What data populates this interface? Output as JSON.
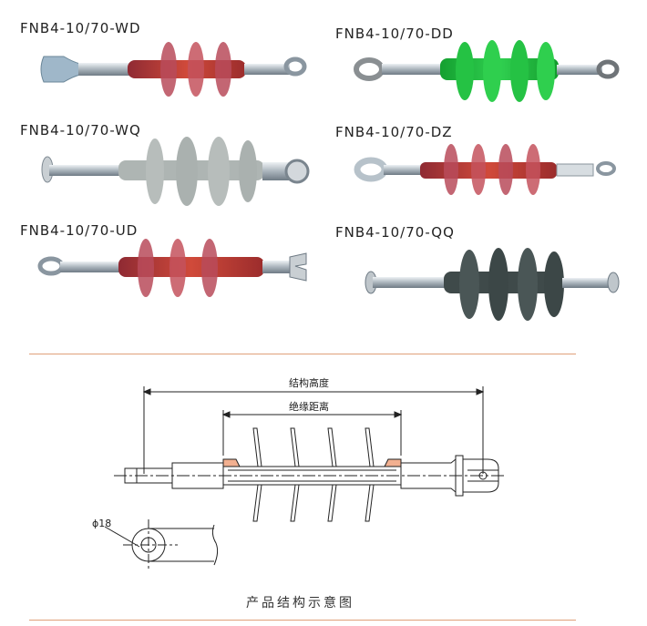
{
  "products": [
    {
      "model": "FNB4-10/70-WD",
      "shed_color": "#c0322b",
      "end_style": "socket-ball"
    },
    {
      "model": "FNB4-10/70-WQ",
      "shed_color": "#b4bab8",
      "end_style": "socket-clevis"
    },
    {
      "model": "FNB4-10/70-UD",
      "shed_color": "#c0322b",
      "end_style": "eye-clevis"
    },
    {
      "model": "FNB4-10/70-DD",
      "shed_color": "#1fbf3a",
      "end_style": "eye-eye"
    },
    {
      "model": "FNB4-10/70-DZ",
      "shed_color": "#c0322b",
      "end_style": "eye-eye"
    },
    {
      "model": "FNB4-10/70-QQ",
      "shed_color": "#3f4a4a",
      "end_style": "ball-ball"
    }
  ],
  "diagram": {
    "structure_height": "结构高度",
    "insulation_distance": "绝缘距离",
    "hole_diameter": "ϕ18"
  },
  "caption": "产品结构示意图",
  "colors": {
    "rule": "#e0a07a",
    "metal": "#c9cfd3",
    "drawing": "#222222"
  }
}
